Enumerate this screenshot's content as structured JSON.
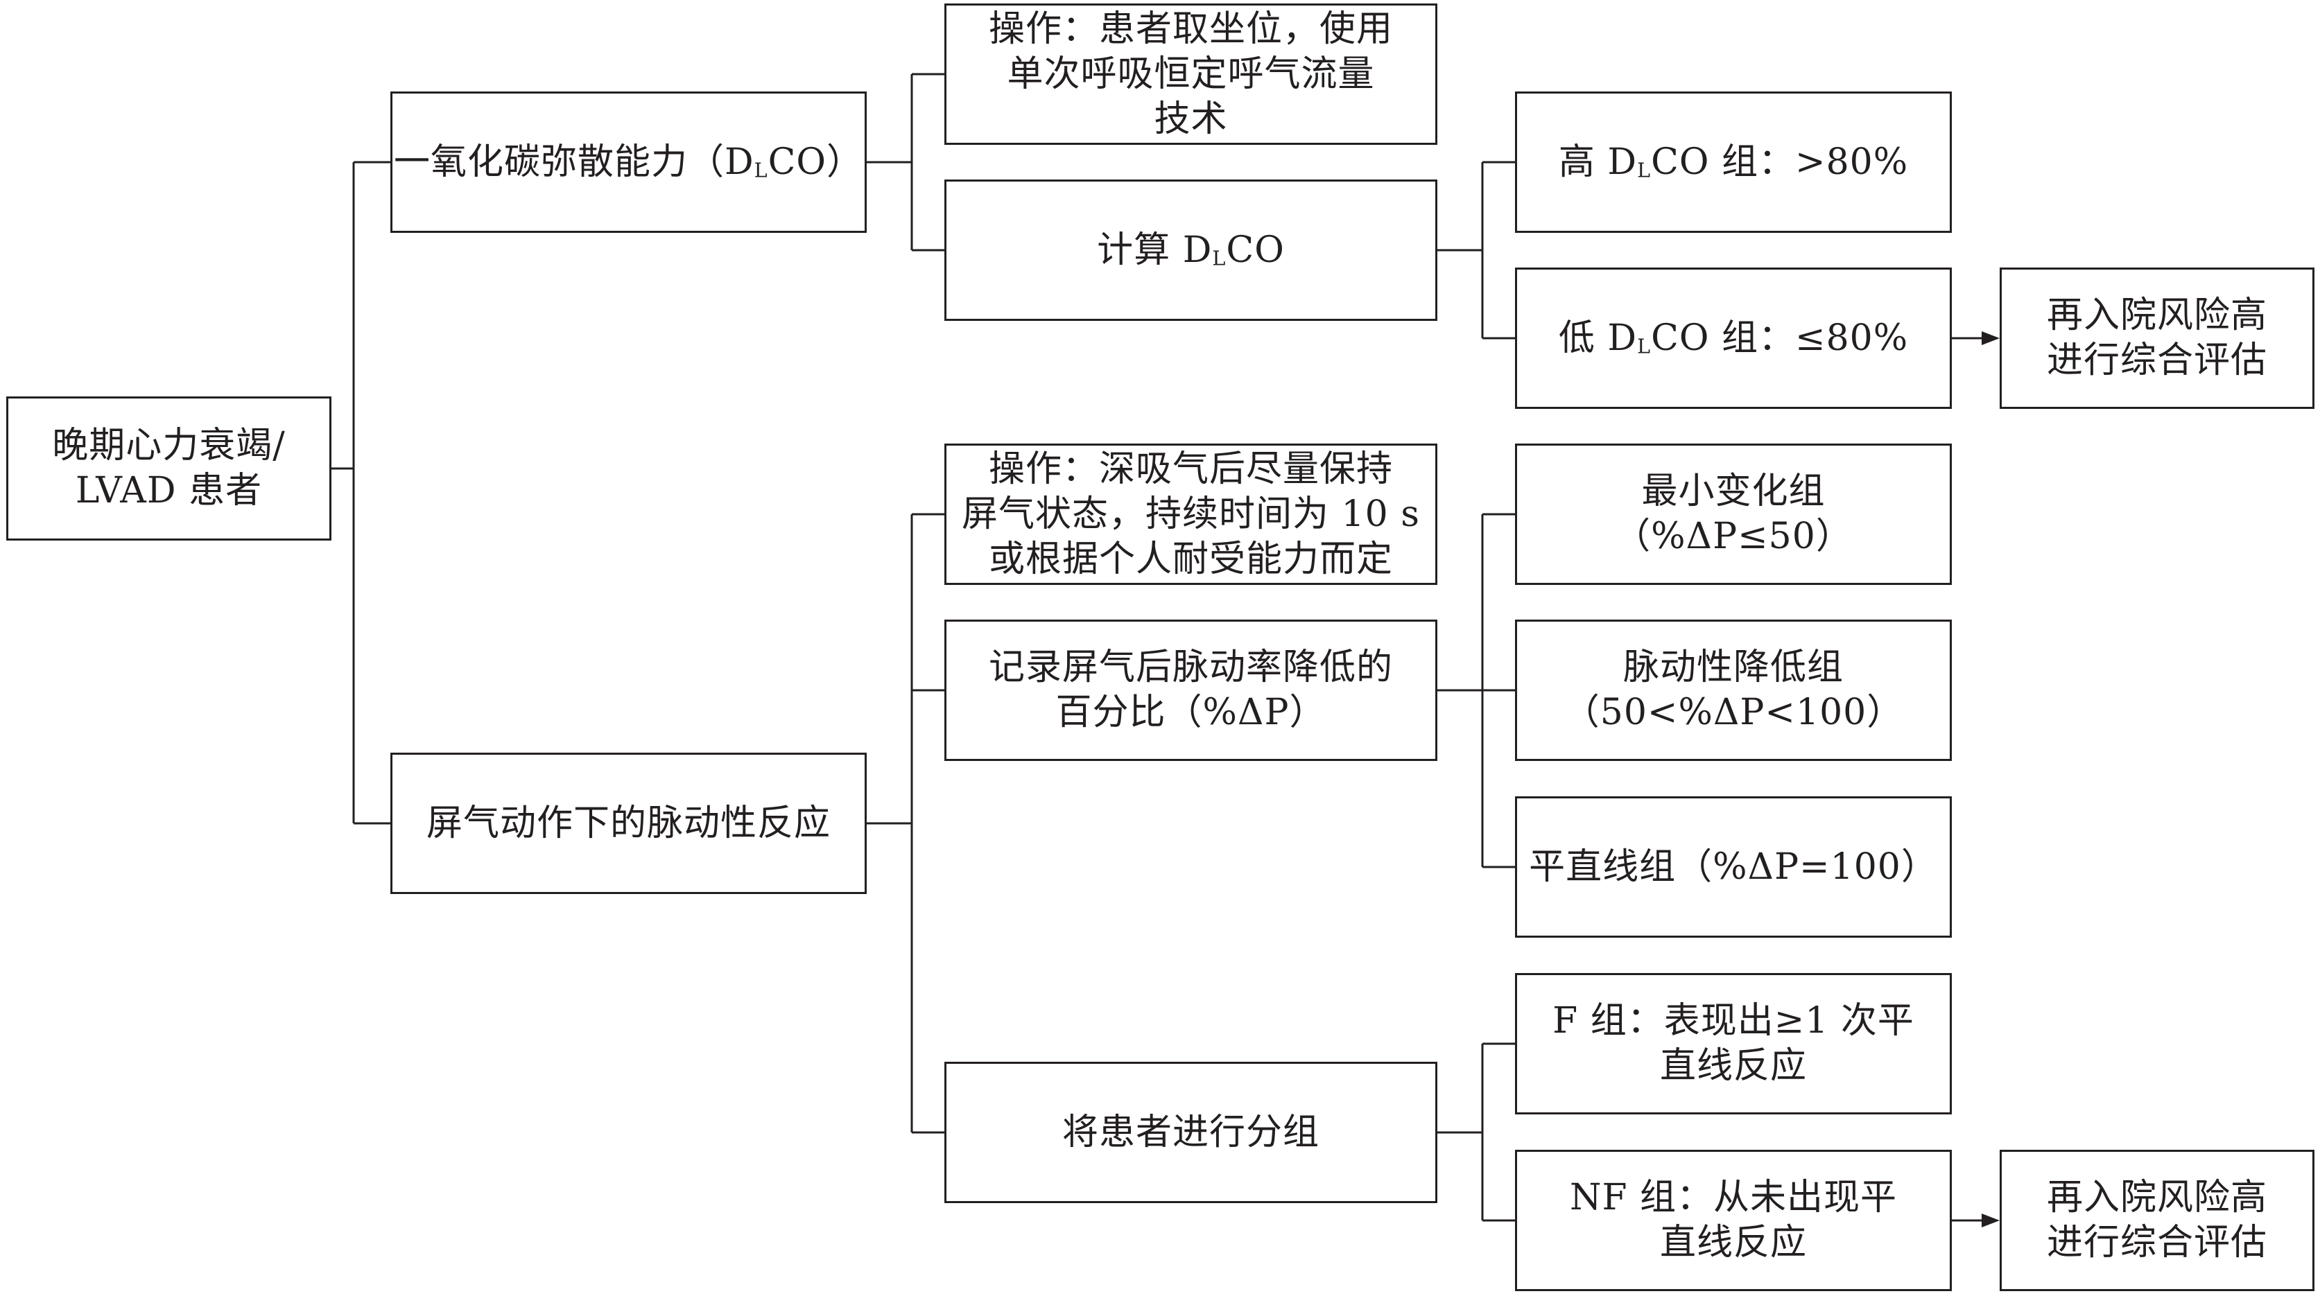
{
  "root": {
    "line1": "晚期心力衰竭/",
    "line2": "LVAD 患者"
  },
  "dlco": {
    "title_pre": "一氧化碳弥散能力（D",
    "title_sub": "L",
    "title_post": "CO）",
    "op": {
      "line1": "操作：患者取坐位，使用",
      "line2": "单次呼吸恒定呼气流量",
      "line3": "技术"
    },
    "calc": {
      "pre": "计算 D",
      "sub": "L",
      "post": "CO"
    },
    "high": {
      "pre": "高 D",
      "sub": "L",
      "post": "CO 组：>80%"
    },
    "low": {
      "pre": "低 D",
      "sub": "L",
      "post": "CO 组：≤80%"
    },
    "risk": {
      "line1": "再入院风险高",
      "line2": "进行综合评估"
    }
  },
  "pulse": {
    "title": "屏气动作下的脉动性反应",
    "op": {
      "line1": "操作：深吸气后尽量保持",
      "line2": "屏气状态，持续时间为 10 s",
      "line3": "或根据个人耐受能力而定"
    },
    "record": {
      "line1": "记录屏气后脉动率降低的",
      "line2": "百分比（%ΔP）"
    },
    "min": {
      "line1": "最小变化组",
      "line2": "（%ΔP≤50）"
    },
    "reduced": {
      "line1": "脉动性降低组",
      "line2": "（50<%ΔP<100）"
    },
    "flat": {
      "line1": "平直线组（%ΔP=100）"
    },
    "group": {
      "line1": "将患者进行分组"
    },
    "f": {
      "line1": "F 组：表现出≥1 次平",
      "line2": "直线反应"
    },
    "nf": {
      "line1": "NF 组：从未出现平",
      "line2": "直线反应"
    },
    "risk": {
      "line1": "再入院风险高",
      "line2": "进行综合评估"
    }
  },
  "colors": {
    "stroke": "#231f20",
    "background": "#ffffff"
  }
}
